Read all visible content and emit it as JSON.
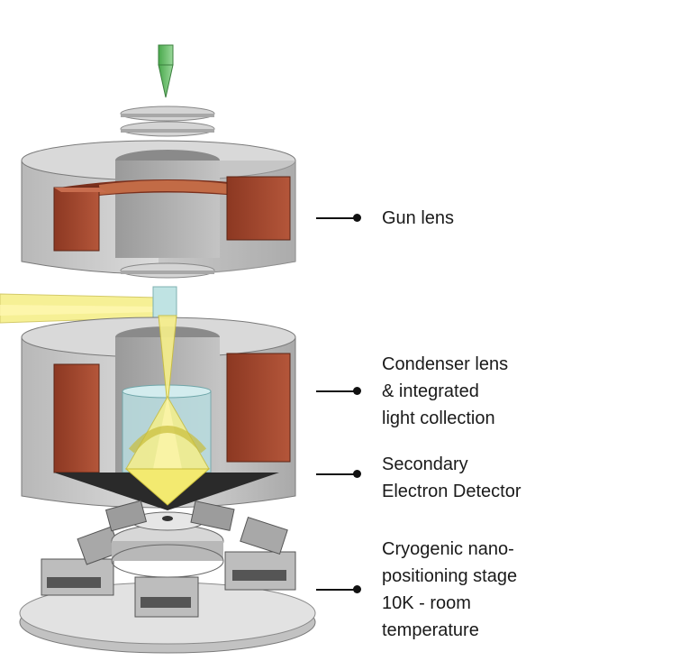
{
  "labels": {
    "gun_lens": [
      "Gun lens"
    ],
    "condenser_lens": [
      "Condenser lens",
      "& integrated",
      "light collection"
    ],
    "secondary_detector": [
      "Secondary",
      "Electron Detector"
    ],
    "stage": [
      "Cryogenic nano-",
      "positioning stage",
      "10K - room",
      "temperature"
    ]
  },
  "colors": {
    "housing": "#c8c8c8",
    "housing_dark": "#8e8e8e",
    "coil": "#a9452a",
    "coil_dark": "#7a2f1c",
    "light_beam": "#f6ef8a",
    "tip": "#5fbf5f",
    "detector_glass": "#b9dde0"
  }
}
